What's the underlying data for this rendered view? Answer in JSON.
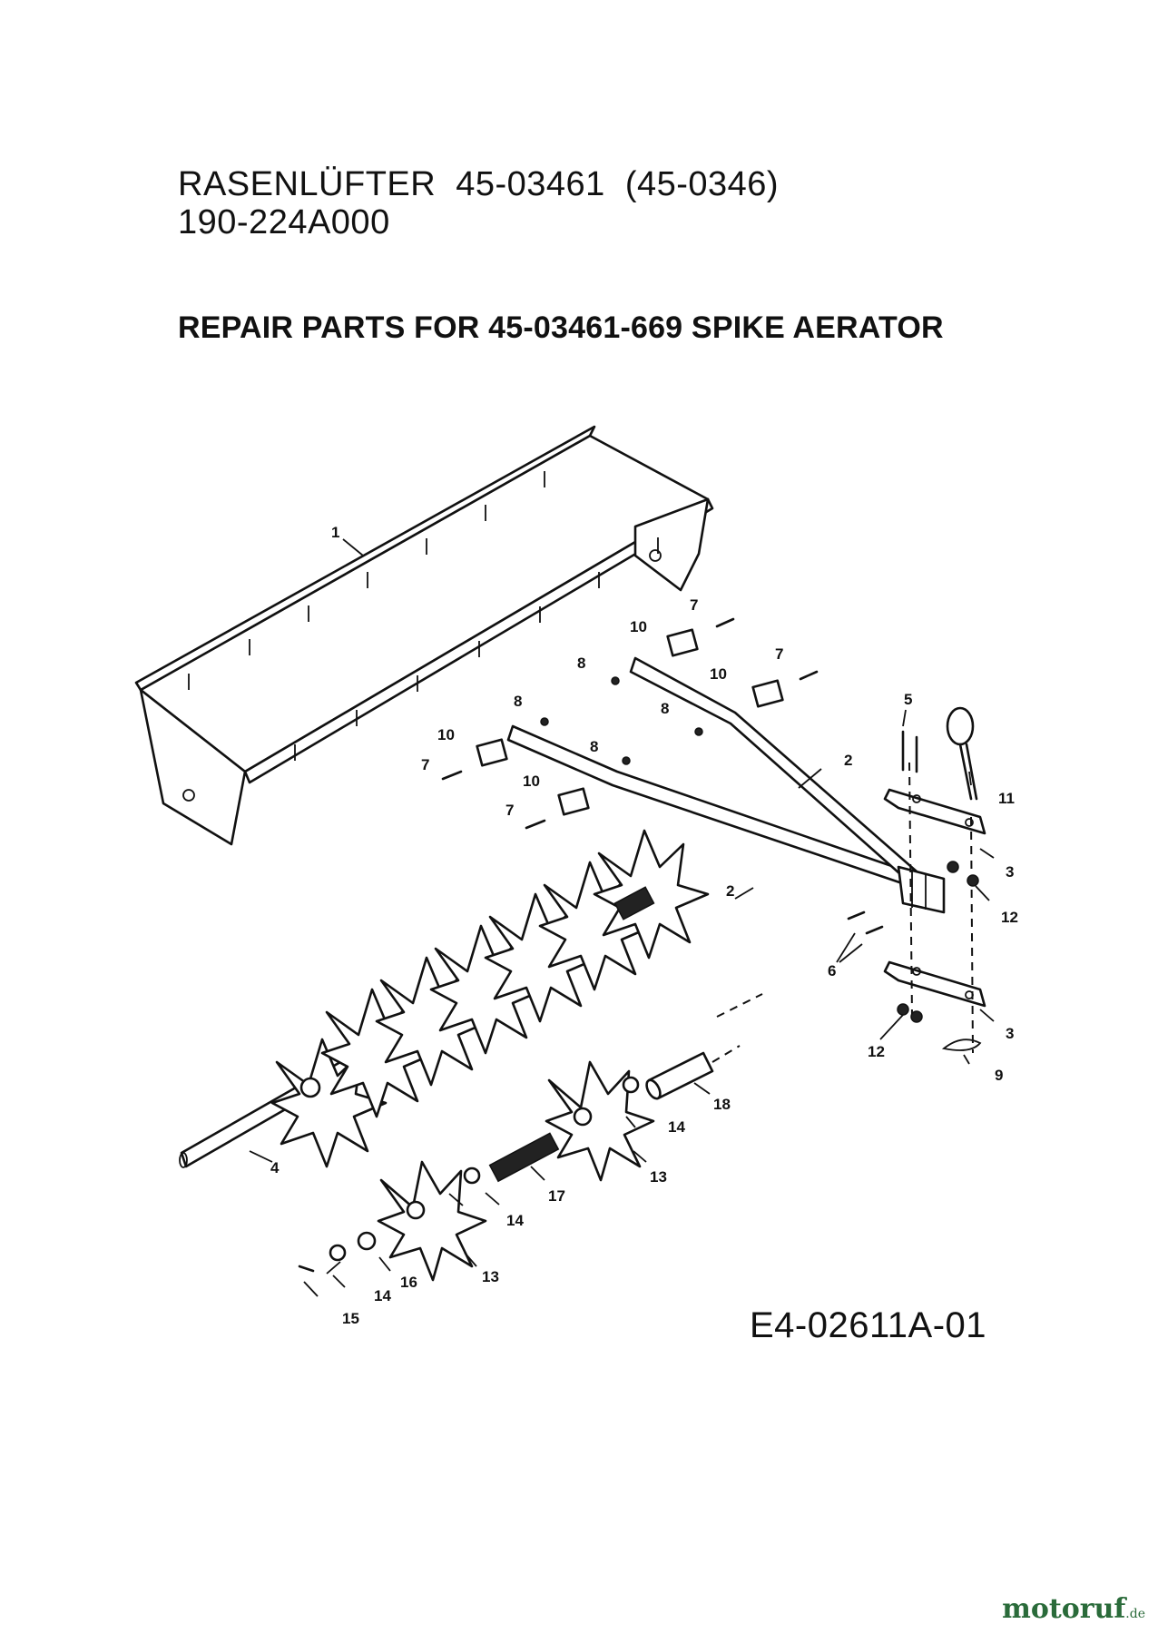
{
  "header": {
    "model_name": "RASENLÜFTER",
    "model_number": "45-03461",
    "alt_number": "(45-0346)",
    "drawing_number": "190-224A000"
  },
  "repair_title": "REPAIR PARTS FOR 45-03461-669 SPIKE AERATOR",
  "diagram_code": "E4-02611A-01",
  "watermark": {
    "brand": "motoruf",
    "tld": ".de"
  },
  "callouts": [
    "1",
    "2",
    "2",
    "3",
    "3",
    "4",
    "5",
    "6",
    "7",
    "7",
    "7",
    "7",
    "8",
    "8",
    "8",
    "8",
    "9",
    "10",
    "10",
    "10",
    "10",
    "11",
    "12",
    "12",
    "13",
    "13",
    "14",
    "14",
    "14",
    "15",
    "16",
    "17",
    "18"
  ]
}
